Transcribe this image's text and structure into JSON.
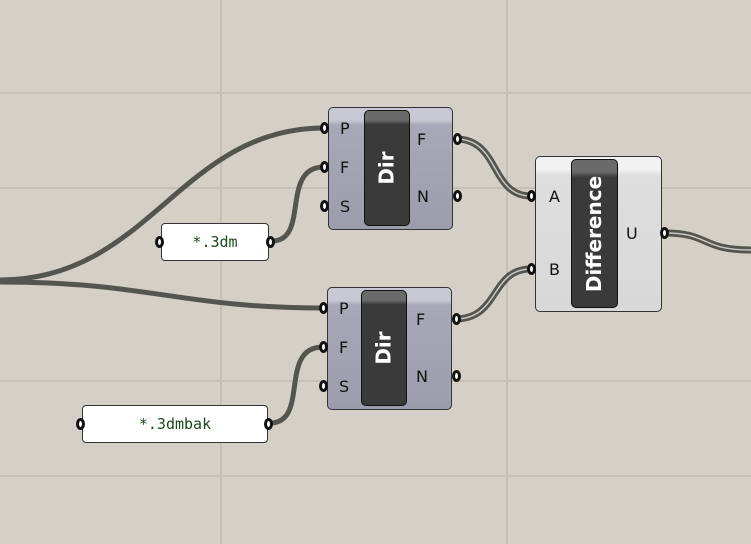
{
  "components": [
    {
      "name": "Dir",
      "inputs": [
        "P",
        "F",
        "S"
      ],
      "outputs": [
        "F",
        "N"
      ]
    },
    {
      "name": "Dir",
      "inputs": [
        "P",
        "F",
        "S"
      ],
      "outputs": [
        "F",
        "N"
      ]
    },
    {
      "name": "Difference",
      "inputs": [
        "A",
        "B"
      ],
      "outputs": [
        "U"
      ]
    }
  ],
  "panels": [
    "*.3dm",
    "*.3dmbak"
  ],
  "colors": {
    "canvas": "#d4d0c8",
    "wire": "#555550"
  }
}
